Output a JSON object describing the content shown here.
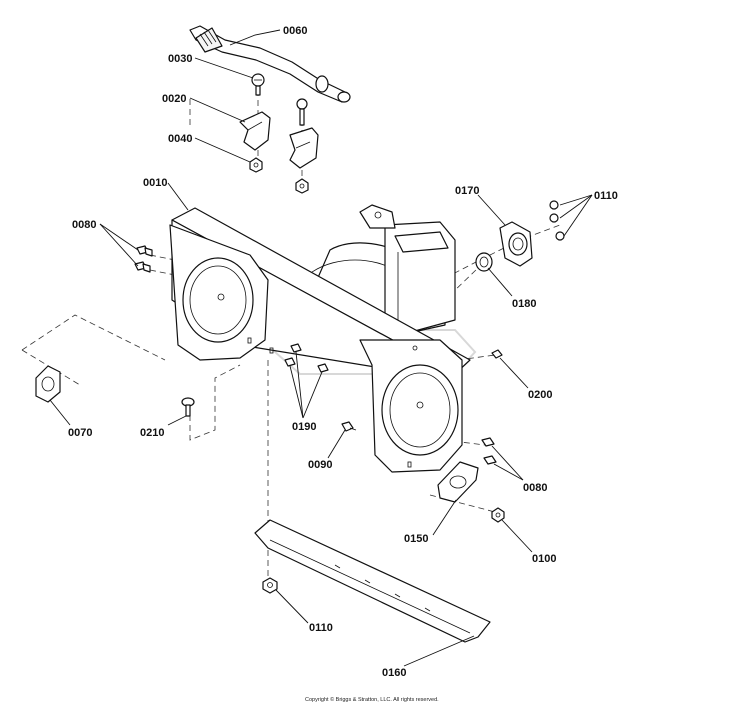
{
  "diagram": {
    "callouts": {
      "c0060": "0060",
      "c0030": "0030",
      "c0020": "0020",
      "c0040": "0040",
      "c0010": "0010",
      "c0080_left": "0080",
      "c0170": "0170",
      "c0110_top": "0110",
      "c0180": "0180",
      "c0200": "0200",
      "c0070": "0070",
      "c0210": "0210",
      "c0190": "0190",
      "c0090": "0090",
      "c0080_right": "0080",
      "c0150": "0150",
      "c0100": "0100",
      "c0110_bottom": "0110",
      "c0160": "0160"
    },
    "copyright": "Copyright © Briggs & Stratton, LLC. All rights reserved."
  }
}
